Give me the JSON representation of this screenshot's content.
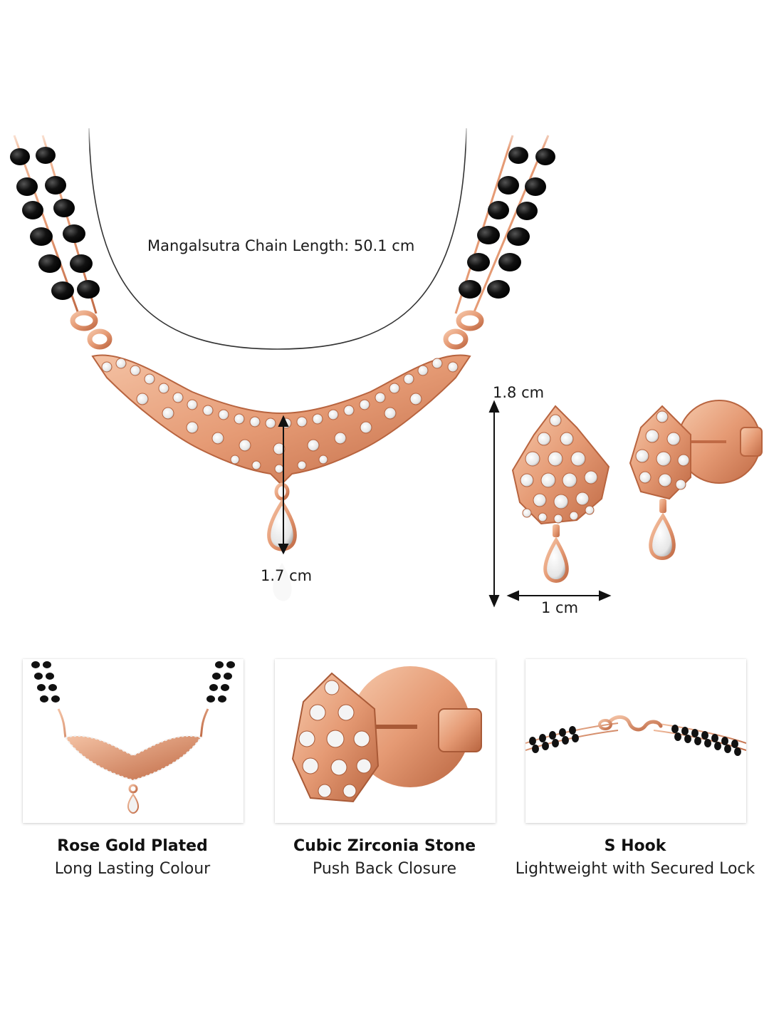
{
  "measurements": {
    "chain_length": "Mangalsutra Chain Length: 50.1 cm",
    "pendant_height": "1.7 cm",
    "earring_height": "1.8 cm",
    "earring_width": "1 cm"
  },
  "features": [
    {
      "title": "Rose Gold Plated",
      "subtitle": "Long Lasting Colour"
    },
    {
      "title": "Cubic Zirconia Stone",
      "subtitle": "Push Back Closure"
    },
    {
      "title": "S Hook",
      "subtitle": "Lightweight with Secured Lock"
    }
  ],
  "colors": {
    "rose_gold": "#e59a74",
    "rose_gold_dark": "#c9714b",
    "bead_black": "#0d0d0d",
    "stone": "#f2f2f2"
  }
}
